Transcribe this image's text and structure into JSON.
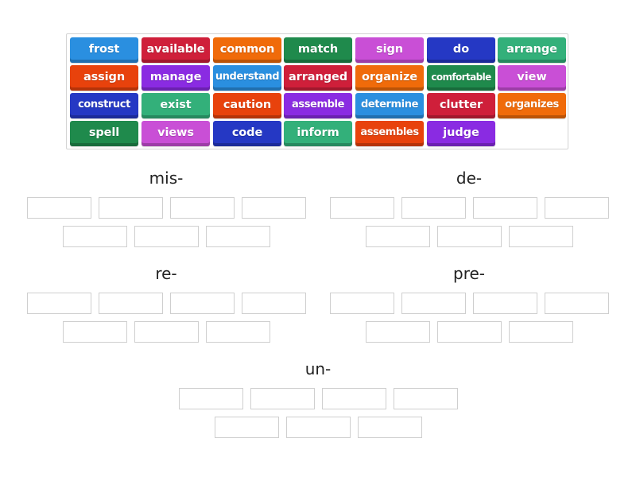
{
  "tray": {
    "tiles": [
      {
        "label": "frost",
        "color": "#2a8fe0"
      },
      {
        "label": "available",
        "color": "#cf1f3a"
      },
      {
        "label": "common",
        "color": "#f06b0a"
      },
      {
        "label": "match",
        "color": "#1f8a4c"
      },
      {
        "label": "sign",
        "color": "#c94fd6"
      },
      {
        "label": "do",
        "color": "#2538c4"
      },
      {
        "label": "arrange",
        "color": "#33b07a"
      },
      {
        "label": "assign",
        "color": "#e8420c"
      },
      {
        "label": "manage",
        "color": "#8a2be2"
      },
      {
        "label": "understand",
        "color": "#2a8fe0"
      },
      {
        "label": "arranged",
        "color": "#cf1f3a"
      },
      {
        "label": "organize",
        "color": "#f06b0a"
      },
      {
        "label": "comfortable",
        "color": "#1f8a4c"
      },
      {
        "label": "view",
        "color": "#c94fd6"
      },
      {
        "label": "construct",
        "color": "#2538c4"
      },
      {
        "label": "exist",
        "color": "#33b07a"
      },
      {
        "label": "caution",
        "color": "#e8420c"
      },
      {
        "label": "assemble",
        "color": "#8a2be2"
      },
      {
        "label": "determine",
        "color": "#2a8fe0"
      },
      {
        "label": "clutter",
        "color": "#cf1f3a"
      },
      {
        "label": "organizes",
        "color": "#f06b0a"
      },
      {
        "label": "spell",
        "color": "#1f8a4c"
      },
      {
        "label": "views",
        "color": "#c94fd6"
      },
      {
        "label": "code",
        "color": "#2538c4"
      },
      {
        "label": "inform",
        "color": "#33b07a"
      },
      {
        "label": "assembles",
        "color": "#e8420c"
      },
      {
        "label": "judge",
        "color": "#8a2be2"
      }
    ]
  },
  "groups": [
    {
      "title": "mis-",
      "slots": 7
    },
    {
      "title": "de-",
      "slots": 7
    },
    {
      "title": "re-",
      "slots": 7
    },
    {
      "title": "pre-",
      "slots": 7
    },
    {
      "title": "un-",
      "slots": 7
    }
  ]
}
